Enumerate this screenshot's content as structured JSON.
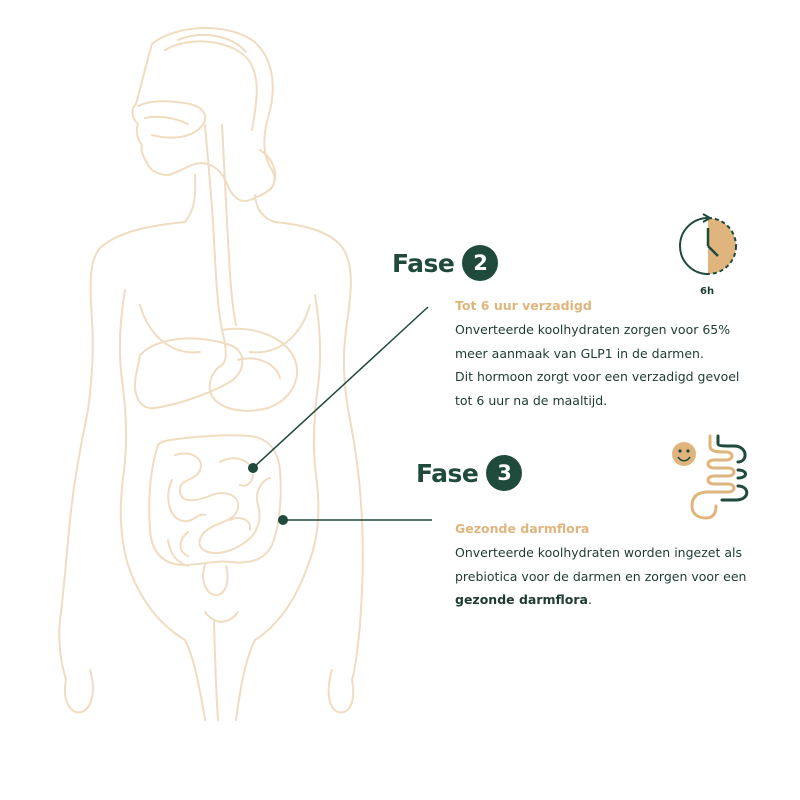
{
  "colors": {
    "body_outline": "#f0dcc0",
    "accent_gold": "#e0b57d",
    "dark_green": "#1f4a3c",
    "text": "#1f3b33"
  },
  "phase2": {
    "heading": "Fase",
    "number": "2",
    "subtitle": "Tot 6 uur verzadigd",
    "lines": [
      "Onverteerde koolhydraten zorgen voor 65%",
      "meer aanmaak van GLP1 in de darmen.",
      "Dit hormoon zorgt voor een verzadigd gevoel",
      "tot 6 uur na de maaltijd."
    ],
    "icon": "clock-icon",
    "clock_label": "6h"
  },
  "phase3": {
    "heading": "Fase",
    "number": "3",
    "subtitle": "Gezonde darmflora",
    "lines": [
      "Onverteerde koolhydraten worden ingezet als",
      "prebiotica voor de darmen en zorgen voor een"
    ],
    "last_line_bold": "gezonde darmflora",
    "last_line_end": ".",
    "icon": "happy-intestine-icon"
  }
}
